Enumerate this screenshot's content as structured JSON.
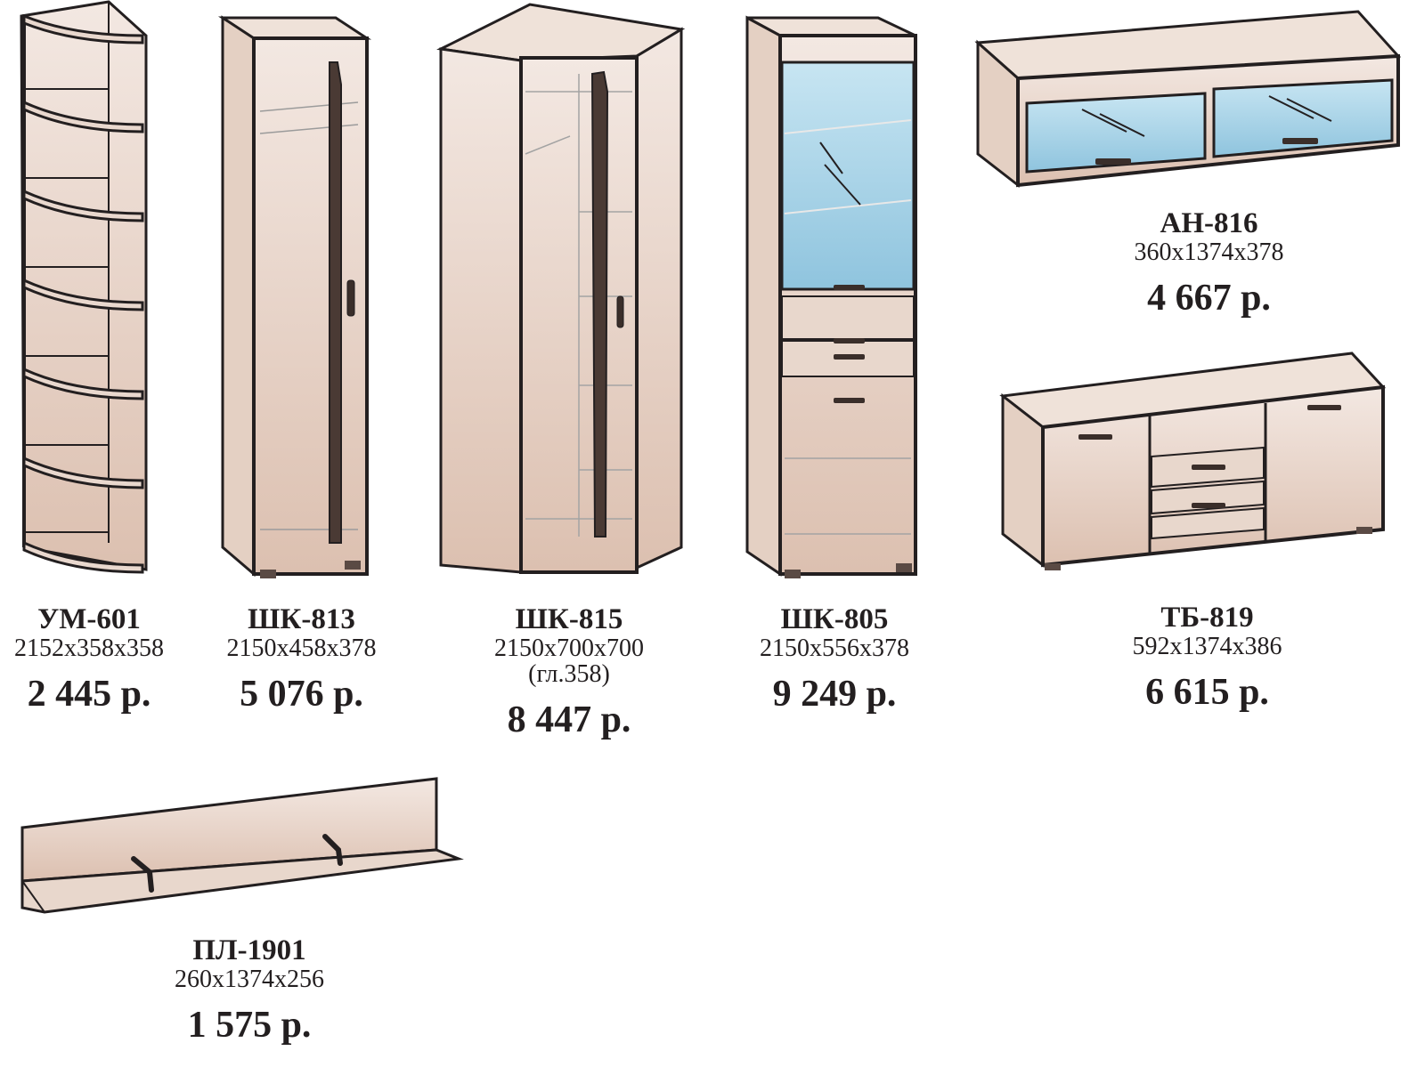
{
  "colors": {
    "body_top": "#f3e8e2",
    "body_bottom": "#dcc0b0",
    "outline": "#231f20",
    "glass": "#a9d6ea",
    "price_text": "#231f20"
  },
  "products": [
    {
      "name": "УМ-601",
      "dims": "2152x358x358",
      "price": "2 445 р."
    },
    {
      "name": "ШК-813",
      "dims": "2150x458x378",
      "price": "5 076 р."
    },
    {
      "name": "ШК-815",
      "dims": "2150x700x700",
      "note": "(гл.358)",
      "price": "8 447 р."
    },
    {
      "name": "ШК-805",
      "dims": "2150x556x378",
      "price": "9 249 р."
    },
    {
      "name": "АН-816",
      "dims": "360x1374x378",
      "price": "4 667 р."
    },
    {
      "name": "ТБ-819",
      "dims": "592x1374x386",
      "price": "6 615 р."
    },
    {
      "name": "ПЛ-1901",
      "dims": "260x1374x256",
      "price": "1 575 р."
    }
  ]
}
